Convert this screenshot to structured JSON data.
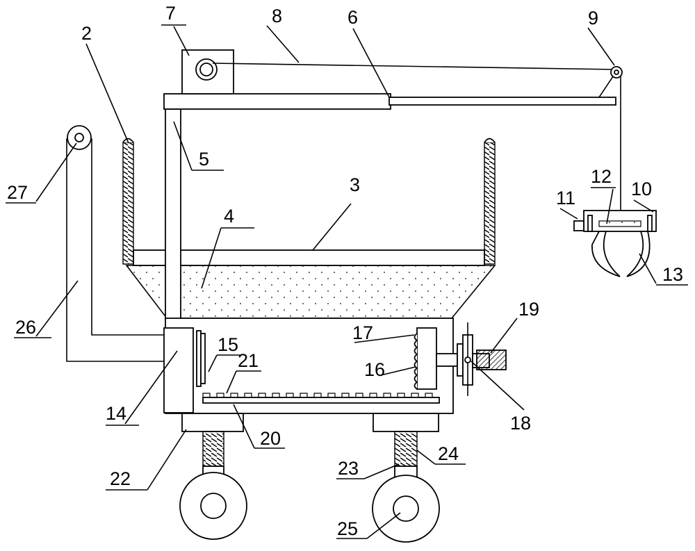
{
  "labels": {
    "l1": "2",
    "l2": "3",
    "l3": "4",
    "l4": "5",
    "l5": "6",
    "l6": "7",
    "l7": "8",
    "l8": "9",
    "l9": "10",
    "l10": "11",
    "l11": "12",
    "l12": "13",
    "l13": "14",
    "l14": "15",
    "l15": "16",
    "l16": "17",
    "l17": "18",
    "l18": "19",
    "l19": "20",
    "l20": "21",
    "l21": "22",
    "l22": "23",
    "l23": "24",
    "l24": "25",
    "l25": "26",
    "l26": "27"
  }
}
